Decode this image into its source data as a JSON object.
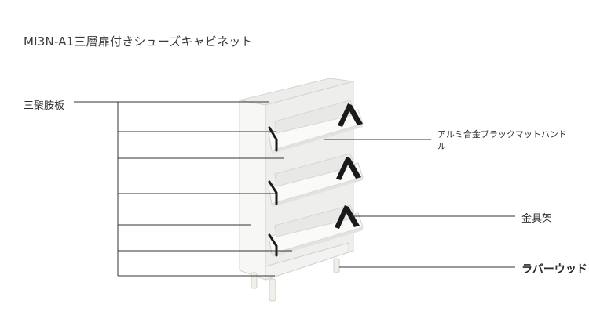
{
  "title": "MI3N-A1三層扉付きシューズキャビネット",
  "labels": {
    "left": "三聚胺板",
    "handle": "アルミ合金ブラックマットハンドル",
    "bracket": "金具架",
    "foot": "ラバーウッド"
  },
  "colors": {
    "background": "#ffffff",
    "cabinet": "#f4f4f2",
    "cabinet_edge": "#d6d6d4",
    "leader_line": "#333333",
    "handle": "#1a1a1a"
  },
  "icons": [
    "shoe-cabinet-illustration"
  ]
}
